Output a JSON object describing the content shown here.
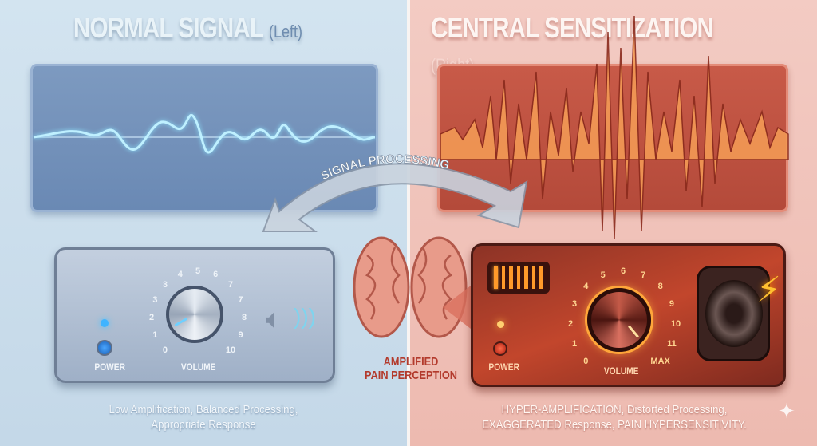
{
  "left": {
    "title": "NORMAL SIGNAL",
    "title_suffix": "(Left)",
    "amplifier": {
      "power_label": "POWER",
      "volume_label": "VOLUME",
      "dial_numbers": [
        "0",
        "1",
        "2",
        "3",
        "3",
        "4",
        "5",
        "6",
        "7",
        "7",
        "8",
        "9",
        "10"
      ]
    },
    "caption_line1": "Low Amplification, Balanced Processing,",
    "caption_line2": "Appropriate Response"
  },
  "right": {
    "title": "CENTRAL SENSITIZATION",
    "title_suffix": "(Right)",
    "amplifier": {
      "power_label": "POWER",
      "volume_label": "VOLUME",
      "dial_numbers": [
        "0",
        "1",
        "2",
        "3",
        "4",
        "5",
        "6",
        "7",
        "8",
        "9",
        "10",
        "11",
        "MAX"
      ]
    },
    "caption_line1": "HYPER-AMPLIFICATION, Distorted Processing,",
    "caption_line2": "EXAGGERATED Response, PAIN HYPERSENSITIVITY."
  },
  "center": {
    "arrow_label": "SIGNAL PROCESSING",
    "pain_label_line1": "AMPLIFIED",
    "pain_label_line2": "PAIN PERCEPTION"
  },
  "colors": {
    "normal": "#6a89b4",
    "sensitized": "#c24a34",
    "glow": "#ffb040"
  }
}
